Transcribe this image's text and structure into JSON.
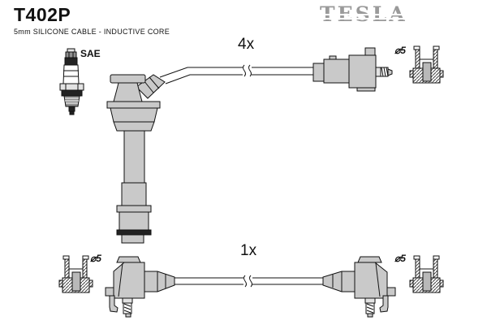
{
  "header": {
    "part_number": "T402P",
    "subtitle": "5mm SILICONE CABLE - INDUCTIVE CORE",
    "brand": "TESLA",
    "brand_color": "#9a9a9a"
  },
  "top_assembly": {
    "quantity_label": "4x",
    "plug_standard_label": "SAE",
    "diameter_label": "⌀5"
  },
  "bottom_assembly": {
    "quantity_label": "1x",
    "diameter_label_left": "⌀5",
    "diameter_label_right": "⌀5"
  },
  "colors": {
    "background": "#ffffff",
    "part_fill": "#c9c9c9",
    "part_fill_light": "#e3e3e3",
    "outline": "#111111"
  }
}
